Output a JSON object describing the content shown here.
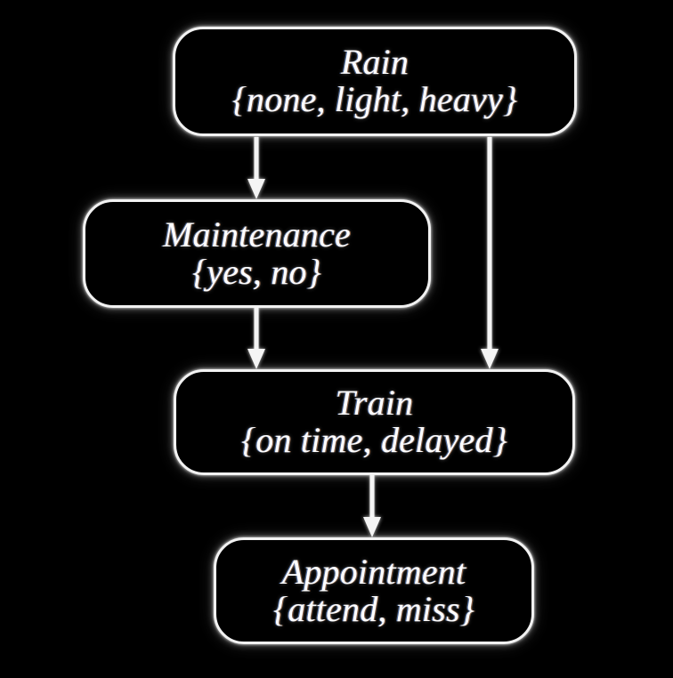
{
  "diagram": {
    "type": "bayesian-network",
    "background_color": "#000000",
    "node_border_color": "#f2f2f2",
    "text_color": "#ffffff",
    "edge_color": "#f4f4f4",
    "nodes": [
      {
        "id": "rain",
        "title": "Rain",
        "states": "{none, light, heavy}",
        "state_values": [
          "none",
          "light",
          "heavy"
        ]
      },
      {
        "id": "maintenance",
        "title": "Maintenance",
        "states": "{yes, no}",
        "state_values": [
          "yes",
          "no"
        ]
      },
      {
        "id": "train",
        "title": "Train",
        "states": "{on time, delayed}",
        "state_values": [
          "on time",
          "delayed"
        ]
      },
      {
        "id": "appointment",
        "title": "Appointment",
        "states": "{attend, miss}",
        "state_values": [
          "attend",
          "miss"
        ]
      }
    ],
    "edges": [
      {
        "id": "rain-maintenance",
        "from": "rain",
        "to": "maintenance",
        "arrow": "down-arrow-icon"
      },
      {
        "id": "rain-train",
        "from": "rain",
        "to": "train",
        "arrow": "down-arrow-icon"
      },
      {
        "id": "maintenance-train",
        "from": "maintenance",
        "to": "train",
        "arrow": "down-arrow-icon"
      },
      {
        "id": "train-appointment",
        "from": "train",
        "to": "appointment",
        "arrow": "down-arrow-icon"
      }
    ]
  }
}
